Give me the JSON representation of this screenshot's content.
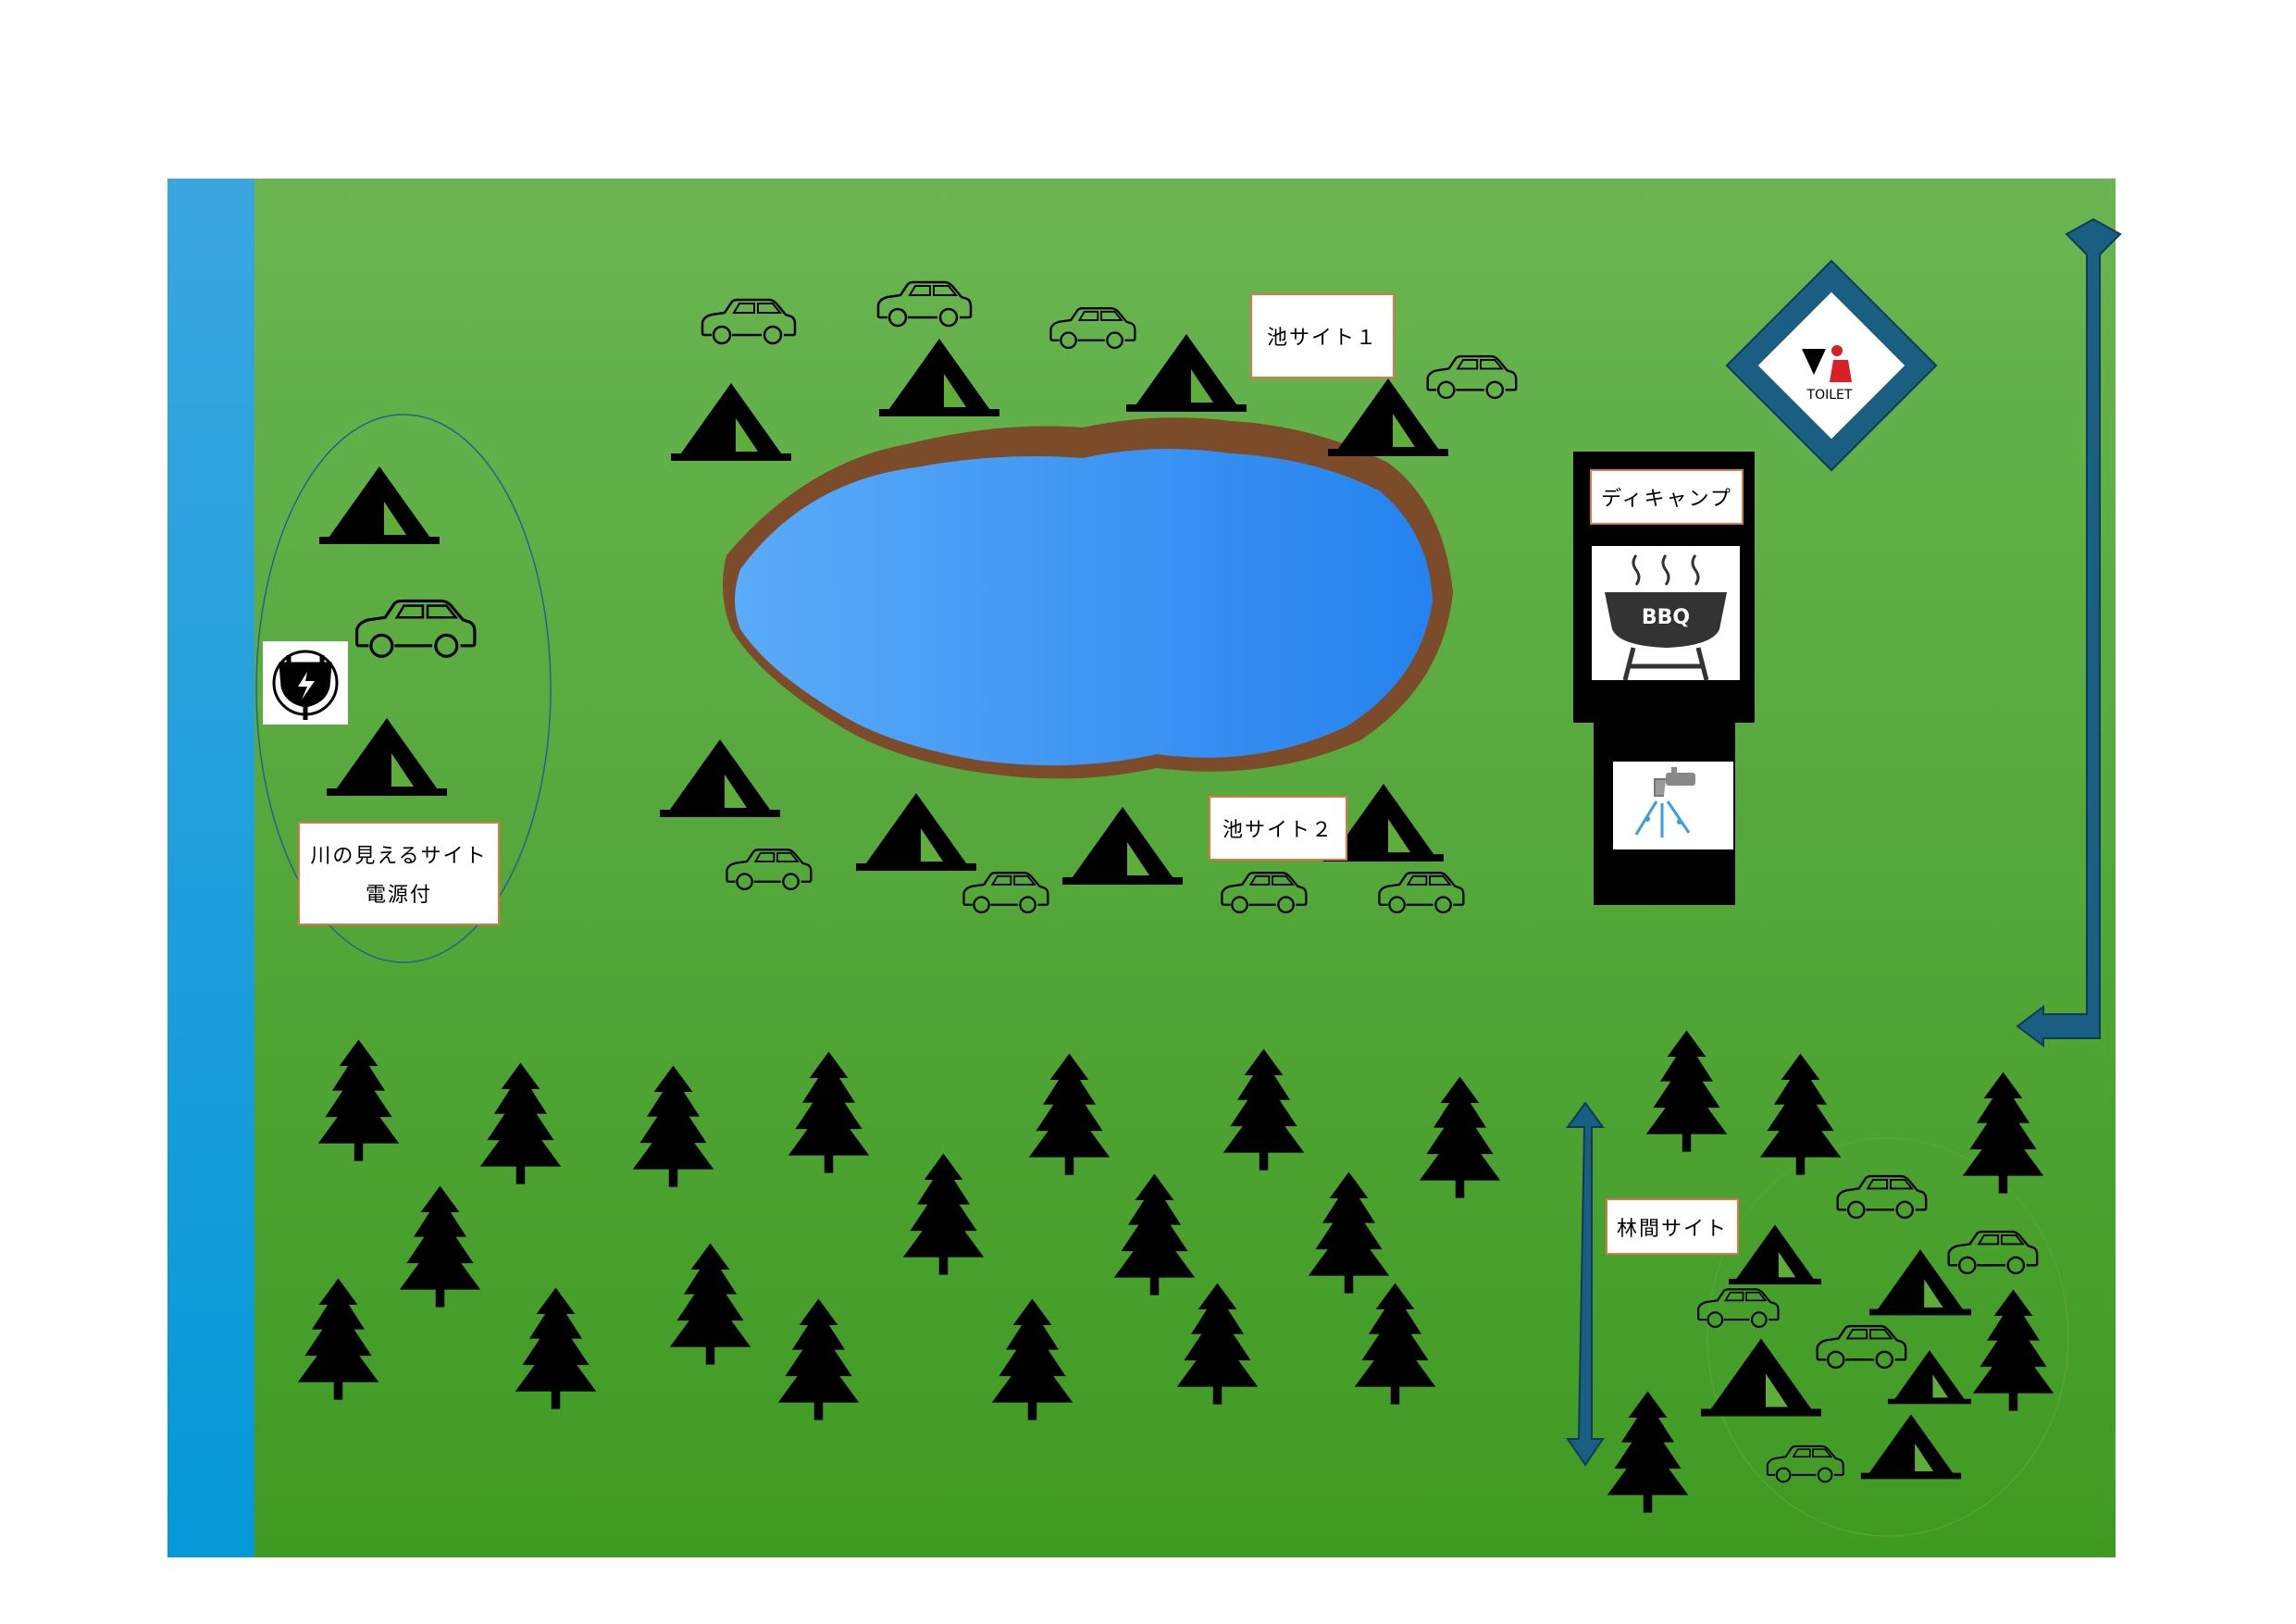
{
  "map": {
    "labels": {
      "pond_site_1": "池サイト１",
      "pond_site_2": "池サイト２",
      "river_site": "川の見えるサイト",
      "river_site_power": "電源付",
      "day_camp": "ディキャンプ",
      "forest_site": "林間サイト"
    },
    "facility_icons": {
      "bbq_text": "BBQ",
      "toilet_text": "TOILET"
    },
    "icons": [
      "tent-icon",
      "car-icon",
      "tree-icon",
      "power-plug-icon",
      "bbq-grill-icon",
      "water-tap-icon",
      "toilet-icon",
      "double-arrow-icon",
      "return-arrow-icon"
    ],
    "colors": {
      "grass_top": "#6ab552",
      "grass_bottom": "#3f9a22",
      "river": "#069fdb",
      "pond": "#3f95f2",
      "pond_rim": "#7b4b2a",
      "arrow": "#1b5e84",
      "label_border": "#e0744a"
    }
  }
}
